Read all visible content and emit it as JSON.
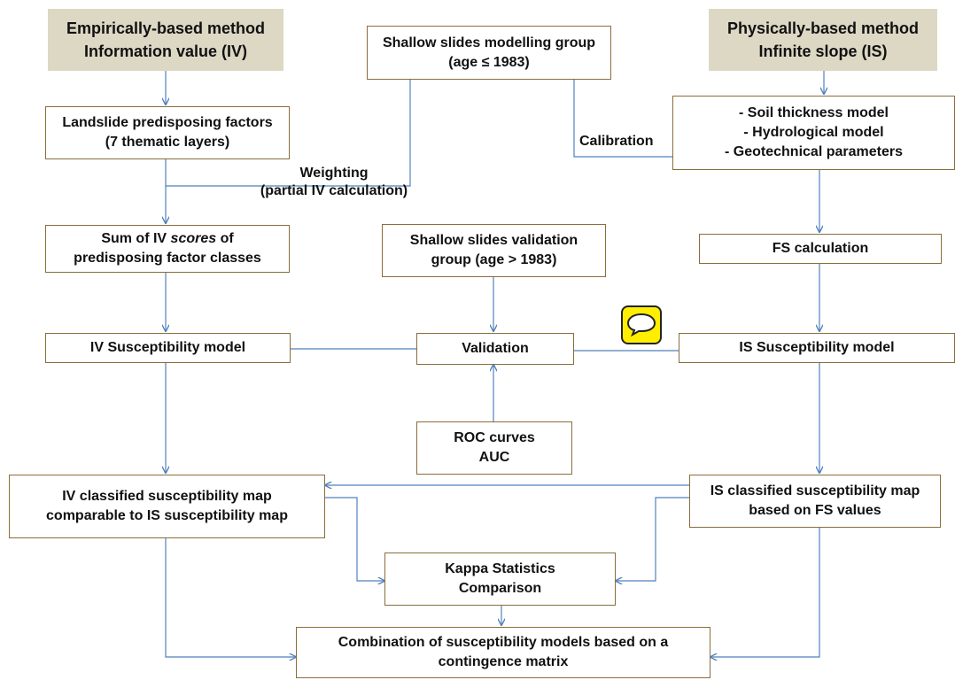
{
  "headers": {
    "empirical": [
      "Empirically-based method",
      "Information value (IV)"
    ],
    "physical": [
      "Physically-based method",
      "Infinite slope (IS)"
    ]
  },
  "boxes": {
    "modelling_group": [
      "Shallow slides modelling group",
      "(age ≤  1983)"
    ],
    "predisposing_factors": [
      "Landslide predisposing factors",
      "(7 thematic layers)"
    ],
    "is_models": [
      "- Soil thickness model",
      "- Hydrological model",
      "- Geotechnical parameters"
    ],
    "sum_iv": {
      "prefix": "Sum of IV ",
      "emph": "scores",
      "suffix": " of",
      "line2": "predisposing factor classes"
    },
    "validation_group": [
      "Shallow slides validation",
      "group (age > 1983)"
    ],
    "fs_calc": [
      "FS calculation"
    ],
    "iv_model": [
      "IV Susceptibility model"
    ],
    "validation": [
      "Validation"
    ],
    "is_model": [
      "IS Susceptibility model"
    ],
    "roc": [
      "ROC curves",
      "AUC"
    ],
    "iv_map": [
      "IV classified susceptibility map",
      "comparable to  IS susceptibility map"
    ],
    "is_map": [
      "IS classified susceptibility map",
      "based on FS values"
    ],
    "kappa": [
      "Kappa Statistics",
      "Comparison"
    ],
    "combination": [
      "Combination of susceptibility models based on a",
      "contingence matrix"
    ]
  },
  "labels": {
    "weighting": [
      "Weighting",
      "(partial IV calculation)"
    ],
    "calibration": "Calibration"
  },
  "colors": {
    "header_bg": "#ddd8c4",
    "box_border": "#8a6d3b",
    "connector": "#4f81bd",
    "comment_icon": "#ffee00"
  },
  "icons": {
    "comment": "speech-bubble-icon"
  }
}
